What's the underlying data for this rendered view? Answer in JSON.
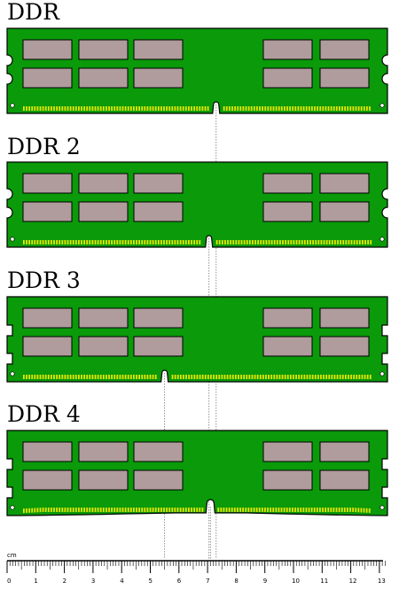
{
  "diagram": {
    "modules": [
      {
        "title": "DDR",
        "notch_cm": 7.3
      },
      {
        "title": "DDR 2",
        "notch_cm": 7.05
      },
      {
        "title": "DDR 3",
        "notch_cm": 5.5
      },
      {
        "title": "DDR 4",
        "notch_cm": 7.1
      }
    ],
    "ruler": {
      "unit": "cm",
      "labels": [
        "0",
        "1",
        "2",
        "3",
        "4",
        "5",
        "6",
        "7",
        "8",
        "9",
        "10",
        "11",
        "12",
        "13"
      ]
    },
    "colors": {
      "pcb": "#0a9a0a",
      "pcb_outline": "#000000",
      "chip": "#b09c9c",
      "contacts": "#e6e600",
      "guide_line": "#777777"
    }
  }
}
